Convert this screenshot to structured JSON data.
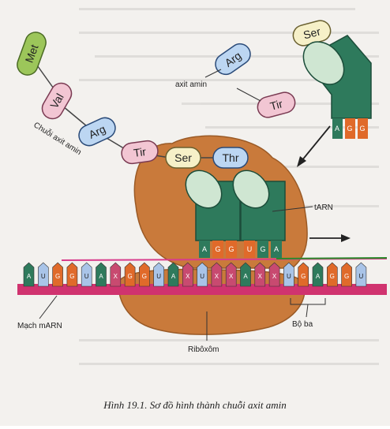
{
  "amino_chain": [
    "Met",
    "Val",
    "Arg",
    "Tir",
    "Ser",
    "Thr"
  ],
  "free_amino": {
    "arg": "Arg",
    "tir": "Tir",
    "ser": "Ser"
  },
  "labels": {
    "axit_amin": "axit amin",
    "chuoi_axit_amin": "Chuỗi axit amin",
    "tarn": "tARN",
    "mach_marn": "Mạch mARN",
    "bo_ba": "Bộ ba",
    "ribosom": "Ribôxôm"
  },
  "anticodons": {
    "free": [
      "A",
      "G",
      "G"
    ],
    "left": [
      "A",
      "G",
      "G"
    ],
    "right": [
      "U",
      "G",
      "A"
    ]
  },
  "mrna_bases": [
    "A",
    "U",
    "G",
    "G",
    "U",
    "A",
    "X",
    "G",
    "G",
    "U",
    "A",
    "X",
    "U",
    "X",
    "X",
    "A",
    "X",
    "X",
    "U",
    "G",
    "A",
    "G",
    "G",
    "U"
  ],
  "caption": "Hình 19.1. Sơ đồ hình thành chuỗi axit amin"
}
